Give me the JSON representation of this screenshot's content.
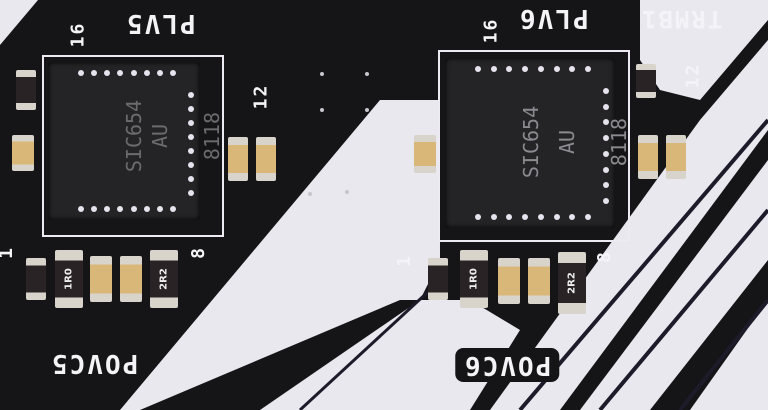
{
  "image": {
    "subject": "Close-up of motherboard VRM section with two SiC654 power stage ICs",
    "colors": {
      "pcb_black": "#151517",
      "silkscreen_white": "#f4f3f7",
      "copper_plane_white": "#e9e8ee",
      "ceramic_cap": "#d9b779",
      "resistor_body": "#2a2325"
    }
  },
  "silkscreen": {
    "left_module": {
      "chip_label": "PLV5",
      "pin_16": "16",
      "pin_12": "12",
      "pin_8": "8",
      "pin_1": "1",
      "output_label": "POVC5"
    },
    "right_module": {
      "chip_label": "PLV6",
      "pin_16": "16",
      "pin_12": "12",
      "pin_8": "8",
      "pin_1": "1",
      "output_label": "POVC6",
      "extra_label": "TRMB1"
    }
  },
  "chips": [
    {
      "part": "SIC654",
      "line2": "AU",
      "date_code": "8118"
    },
    {
      "part": "SIC654",
      "line2": "AU",
      "date_code": "8118"
    }
  ],
  "resistors": [
    {
      "label": "1R0"
    },
    {
      "label": "2R2"
    },
    {
      "label": "1R0"
    },
    {
      "label": "2R2"
    }
  ]
}
